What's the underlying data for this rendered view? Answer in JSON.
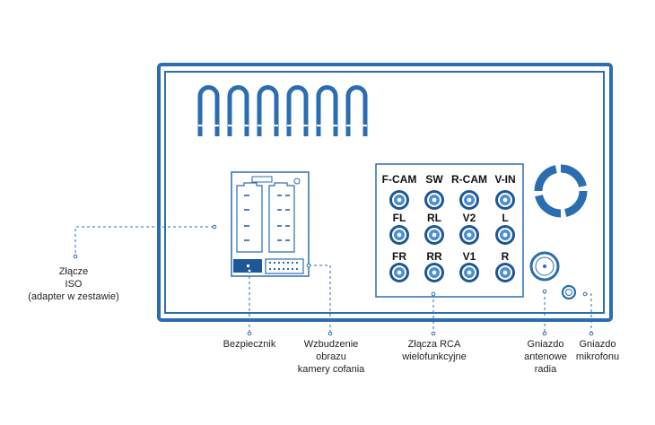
{
  "colors": {
    "primary": "#2a6db0",
    "dark": "#1d5796",
    "light": "#4b8fd0",
    "text": "#222222",
    "background": "#ffffff"
  },
  "rca": {
    "rows": [
      [
        "F-CAM",
        "SW",
        "R-CAM",
        "V-IN"
      ],
      [
        "FL",
        "RL",
        "V2",
        "L"
      ],
      [
        "FR",
        "RR",
        "V1",
        "R"
      ]
    ]
  },
  "callouts": {
    "iso": [
      "Złącze",
      "ISO",
      "(adapter w zestawie)"
    ],
    "fuse": [
      "Bezpiecznik"
    ],
    "camera": [
      "Wzbudzenie",
      "obrazu",
      "kamery cofania"
    ],
    "rca": [
      "Złącza RCA",
      "wielofunkcyjne"
    ],
    "antenna": [
      "Gniazdo",
      "antenowe",
      "radia"
    ],
    "mic": [
      "Gniazdo",
      "mikrofonu"
    ]
  }
}
